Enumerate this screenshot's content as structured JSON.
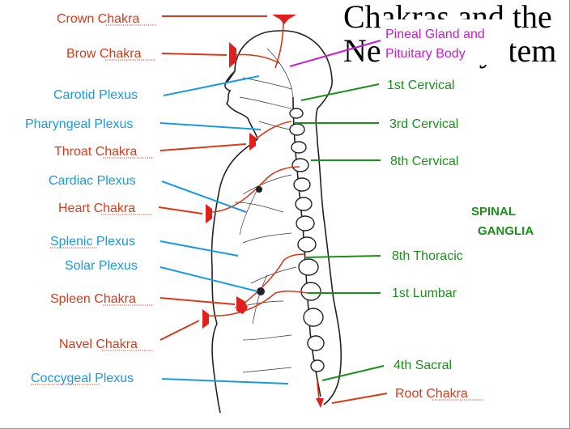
{
  "title": {
    "line1": "Chakras and the",
    "line2": "Nervous System"
  },
  "colors": {
    "chakra": "#d93a1a",
    "plexus": "#1a9ae0",
    "spinal": "#1c8f1c",
    "gland": "#c21fd0"
  },
  "labels": {
    "crown": "Crown Chakra",
    "brow": "Brow Chakra",
    "carotid": "Carotid Plexus",
    "pharyngeal": "Pharyngeal Plexus",
    "throat": "Throat Chakra",
    "cardiac": "Cardiac Plexus",
    "heart": "Heart Chakra",
    "splenic": "Splenic Plexus",
    "solar": "Solar Plexus",
    "spleen": "Spleen Chakra",
    "navel": "Navel Chakra",
    "coccygeal": "Coccygeal Plexus",
    "pineal_line1": "Pineal Gland and",
    "pineal_line2": "Pituitary Body",
    "c1": "1st Cervical",
    "c3": "3rd Cervical",
    "c8": "8th Cervical",
    "spinal_line1": "SPINAL",
    "spinal_line2": "GANGLIA",
    "t8": "8th Thoracic",
    "l1": "1st Lumbar",
    "s4": "4th Sacral",
    "root": "Root Chakra"
  }
}
